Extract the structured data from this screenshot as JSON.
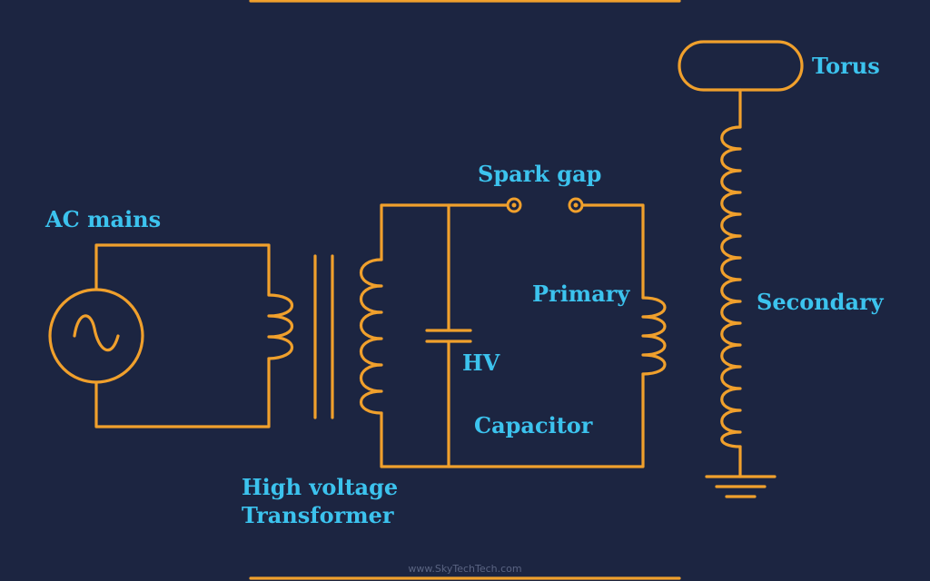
{
  "labels": {
    "ac_mains": "AC mains",
    "hv_transformer_line1": "High voltage",
    "hv_transformer_line2": "Transformer",
    "spark_gap": "Spark gap",
    "hv": "HV",
    "capacitor": "Capacitor",
    "primary": "Primary",
    "secondary": "Secondary",
    "torus": "Torus"
  },
  "watermark": "www.SkyTechTech.com",
  "colors": {
    "background": "#1c2541",
    "wire": "#f0a02c",
    "label": "#3cc3ee"
  }
}
